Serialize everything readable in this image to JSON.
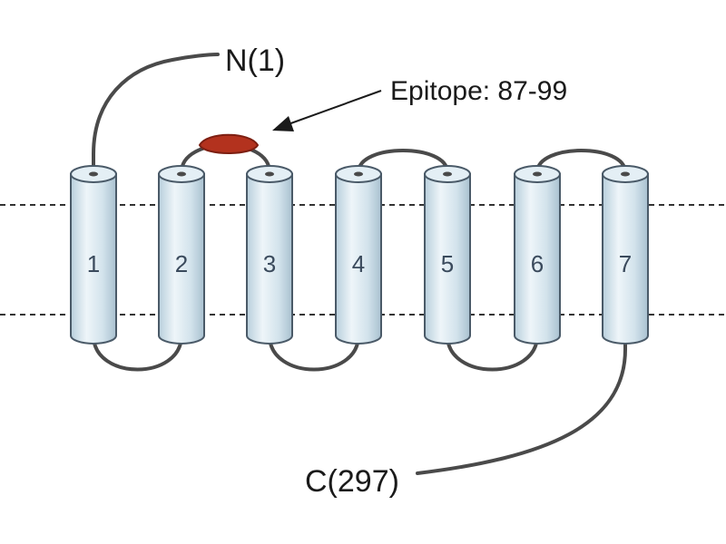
{
  "labels": {
    "n_terminus": "N(1)",
    "c_terminus": "C(297)",
    "epitope": "Epitope: 87-99"
  },
  "helices": [
    {
      "number": "1"
    },
    {
      "number": "2"
    },
    {
      "number": "3"
    },
    {
      "number": "4"
    },
    {
      "number": "5"
    },
    {
      "number": "6"
    },
    {
      "number": "7"
    }
  ],
  "colors": {
    "helix_fill": "#d6e6ef",
    "helix_stroke": "#4a5a68",
    "epitope": "#b3321e",
    "loop": "#4a4a4a"
  }
}
